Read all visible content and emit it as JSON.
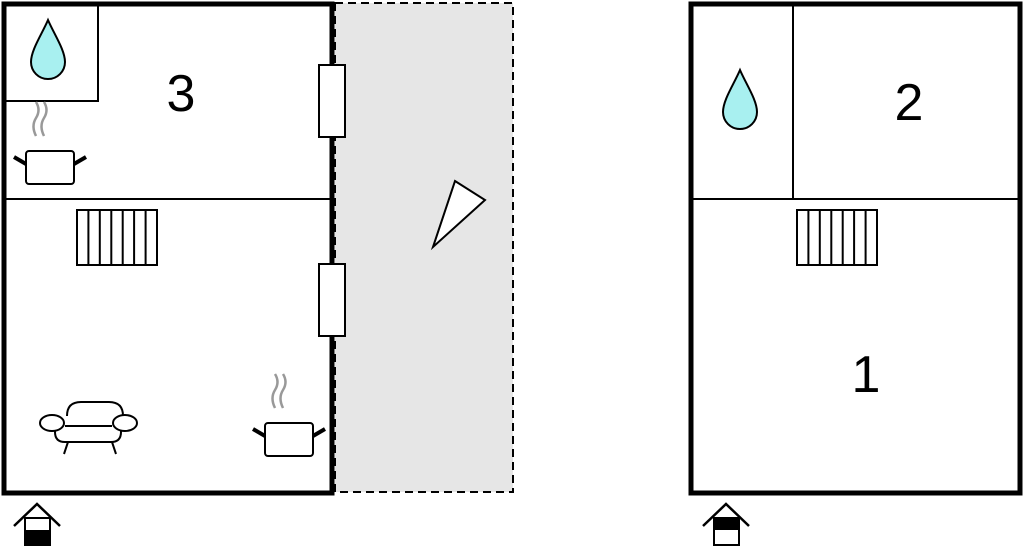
{
  "rooms": [
    {
      "id": "room-3",
      "label": "3"
    },
    {
      "id": "room-2",
      "label": "2"
    },
    {
      "id": "room-1",
      "label": "1"
    }
  ],
  "colors": {
    "wall": "#000000",
    "terrace": "#e6e6e6",
    "water": "#a8f0f0",
    "steam": "#999999"
  },
  "icons": [
    "water-drop-icon",
    "cooking-pot-icon",
    "radiator-icon",
    "sofa-icon",
    "entrance-house-icon",
    "compass-icon",
    "window-icon"
  ]
}
